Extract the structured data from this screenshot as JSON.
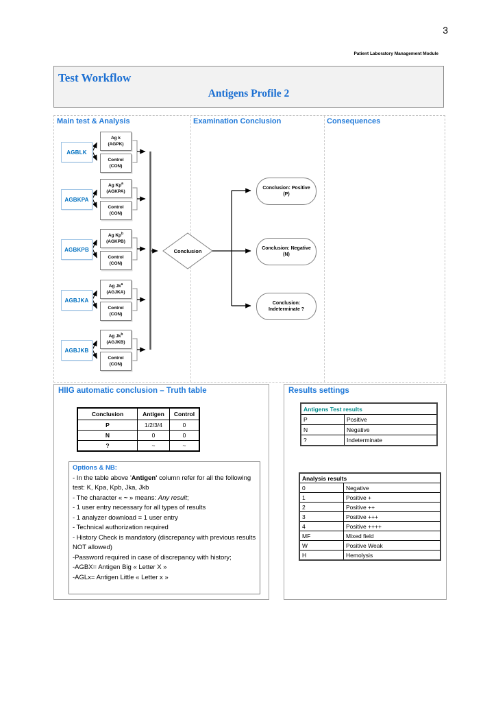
{
  "page": {
    "number": "3",
    "watermark": "Patient Laboratory Management Module"
  },
  "header": {
    "title": "Test Workflow",
    "subtitle": "Antigens Profile 2"
  },
  "colors": {
    "heading_blue": "#1E78D8",
    "title_blue": "#1B6FD2",
    "label_blue": "#0070C0",
    "teal_header": "#008B8B"
  },
  "flow": {
    "column_headers": {
      "main": "Main test & Analysis",
      "exam": "Examination Conclusion",
      "consequences": "Consequences"
    },
    "groups": [
      {
        "label": "AGBLK",
        "test": {
          "name": "Ag k",
          "sup": "",
          "code": "(AGPK)"
        },
        "control": {
          "name": "Control",
          "code": "(CON)"
        }
      },
      {
        "label": "AGBKPA",
        "test": {
          "name": "Ag Kp",
          "sup": "a",
          "code": "(AGKPA)"
        },
        "control": {
          "name": "Control",
          "code": "(CON)"
        }
      },
      {
        "label": "AGBKPB",
        "test": {
          "name": "Ag Kp",
          "sup": "b",
          "code": "(AGKPB)"
        },
        "control": {
          "name": "Control",
          "code": "(CON)"
        }
      },
      {
        "label": "AGBJKA",
        "test": {
          "name": "Ag Jk",
          "sup": "a",
          "code": "(AGJKA)"
        },
        "control": {
          "name": "Control",
          "code": "(CON)"
        }
      },
      {
        "label": "AGBJKB",
        "test": {
          "name": "Ag Jk",
          "sup": "b",
          "code": "(AGJKB)"
        },
        "control": {
          "name": "Control",
          "code": "(CON)"
        }
      }
    ],
    "decision": "Conclusion",
    "outcomes": [
      {
        "line1": "Conclusion: Positive",
        "line2": "(P)"
      },
      {
        "line1": "Conclusion: Negative",
        "line2": "(N)"
      },
      {
        "line1": "Conclusion:",
        "line2": "Indeterminate ?"
      }
    ]
  },
  "truth_section": {
    "title": "HIIG automatic conclusion – Truth table",
    "table": {
      "headers": [
        "Conclusion",
        "Antigen",
        "Control"
      ],
      "rows": [
        [
          "P",
          "1/2/3/4",
          "0"
        ],
        [
          "N",
          "0",
          "0"
        ],
        [
          "?",
          "~",
          "~"
        ]
      ]
    },
    "options": {
      "title": "Options & NB:",
      "lines": [
        [
          {
            "t": "- In the table above '"
          },
          {
            "t": "Antigen'",
            "b": true
          },
          {
            "t": " column refer for all the following test: K, Kpa, Kpb, Jka, Jkb"
          }
        ],
        [
          {
            "t": "- The character « "
          },
          {
            "t": "~",
            "b": true
          },
          {
            "t": " » means: "
          },
          {
            "t": "Any result",
            "i": true
          },
          {
            "t": ";"
          }
        ],
        [
          {
            "t": "- 1 user entry necessary for all types of results"
          }
        ],
        [
          {
            "t": "- 1 analyzer download = 1 user entry"
          }
        ],
        [
          {
            "t": "- Technical authorization required"
          }
        ],
        [
          {
            "t": "- History Check is mandatory (discrepancy with previous results NOT allowed)"
          }
        ],
        [
          {
            "t": "-Password required in case of discrepancy with history;"
          }
        ],
        [
          {
            "t": "-AGBX= Antigen Big « Letter X »"
          }
        ],
        [
          {
            "t": "-AGLx= Antigen Little « Letter x »"
          }
        ]
      ]
    }
  },
  "results_section": {
    "title": "Results settings",
    "antigens_table": {
      "header": "Antigens Test results",
      "rows": [
        [
          "P",
          "Positive"
        ],
        [
          "N",
          "Negative"
        ],
        [
          "?",
          "Indeterminate"
        ]
      ]
    },
    "analysis_table": {
      "header": "Analysis results",
      "rows": [
        [
          "0",
          "Negative"
        ],
        [
          "1",
          "Positive +"
        ],
        [
          "2",
          "Positive ++"
        ],
        [
          "3",
          "Positive +++"
        ],
        [
          "4",
          "Positive ++++"
        ],
        [
          "MF",
          "Mixed field"
        ],
        [
          "W",
          "Positive Weak"
        ],
        [
          "H",
          "Hemolysis"
        ]
      ]
    }
  }
}
